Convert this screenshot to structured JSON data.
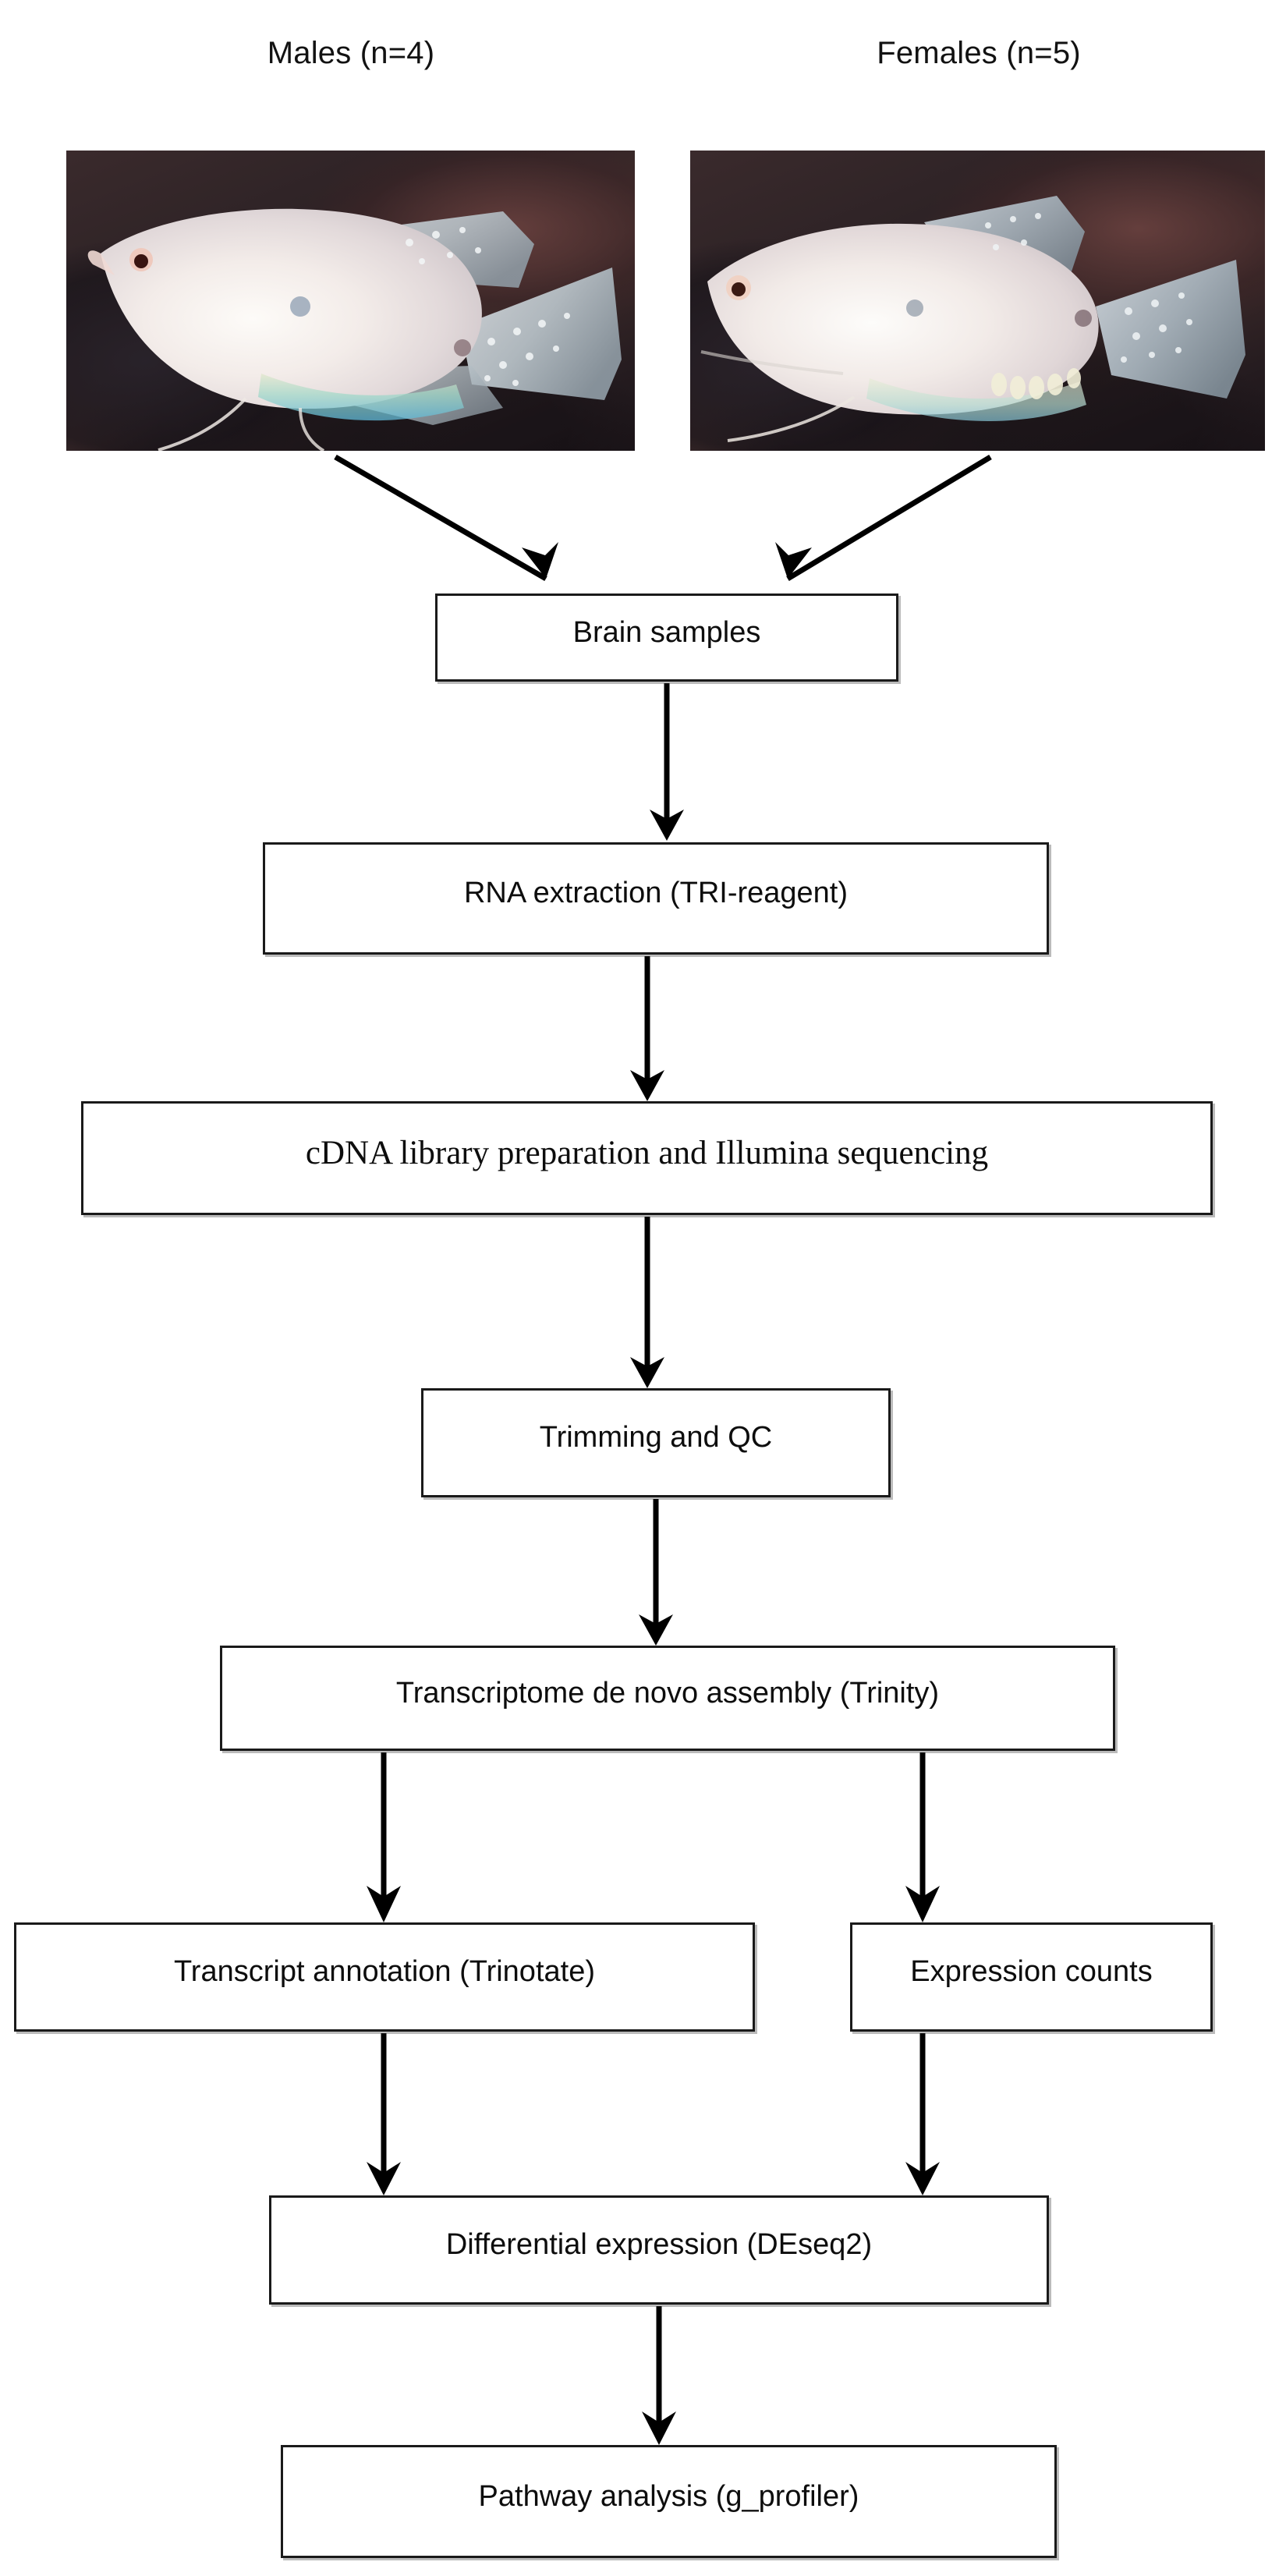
{
  "figure": {
    "type": "flowchart",
    "subject": "RNA-seq brain transcriptome workflow in gourami fish"
  },
  "groups": [
    {
      "id": "males",
      "label": "Males (n=4)",
      "photo_alt": "male-gourami-photo"
    },
    {
      "id": "females",
      "label": "Females (n=5)",
      "photo_alt": "female-gourami-photo"
    }
  ],
  "steps": [
    {
      "id": "brain-samples",
      "label": "Brain samples"
    },
    {
      "id": "rna-extraction",
      "label": "RNA extraction (TRI-reagent)"
    },
    {
      "id": "cdna-library",
      "label": "cDNA library preparation and Illumina sequencing"
    },
    {
      "id": "trimming-qc",
      "label": "Trimming and QC"
    },
    {
      "id": "transcriptome-assembly",
      "label": "Transcriptome de novo assembly (Trinity)"
    },
    {
      "id": "transcript-annotation",
      "label": "Transcript annotation (Trinotate)"
    },
    {
      "id": "expression-counts",
      "label": "Expression counts"
    },
    {
      "id": "differential-expression",
      "label": "Differential expression (DEseq2)"
    },
    {
      "id": "pathway-analysis",
      "label": "Pathway analysis (g_profiler)"
    }
  ],
  "colors": {
    "background": "#ffffff",
    "box_fill": "#ffffff",
    "box_border": "#1a1a1a",
    "text": "#0d0d0d",
    "arrow": "#000000"
  }
}
